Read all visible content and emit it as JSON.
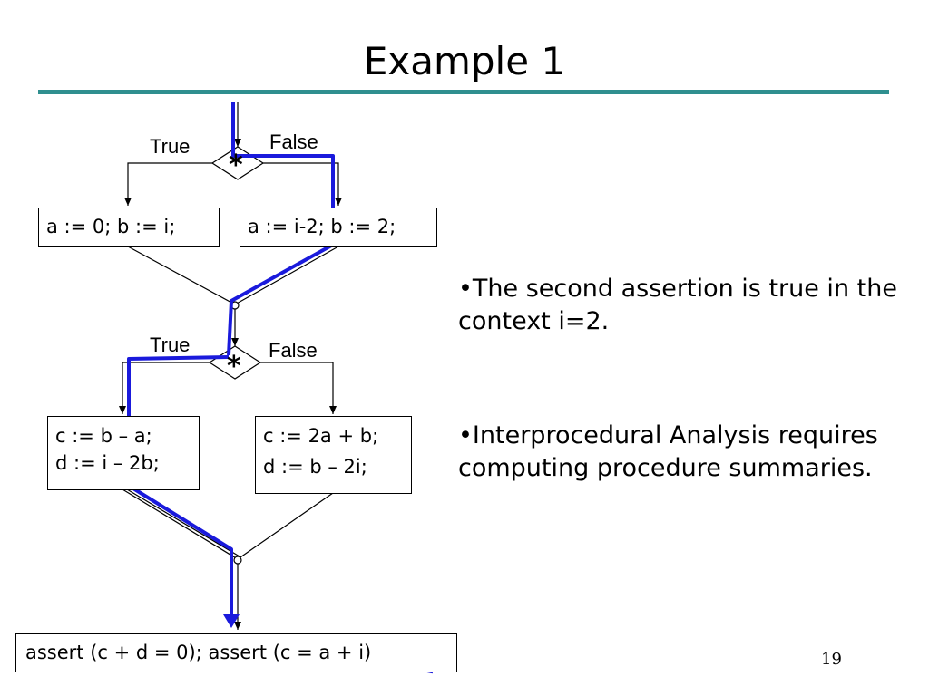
{
  "slide": {
    "title": "Example 1",
    "page_number": "19"
  },
  "diagram": {
    "branch1": {
      "true_label": "True",
      "false_label": "False",
      "condition": "*",
      "left_box": "a := 0; b := i;",
      "right_box": "a := i-2; b := 2;"
    },
    "branch2": {
      "true_label": "True",
      "false_label": "False",
      "condition": "*",
      "left_box_line1": "c := b – a;",
      "left_box_line2": "d := i – 2b;",
      "right_box_line1": "c := 2a + b;",
      "right_box_line2": "d := b – 2i;"
    },
    "assert_box": "assert (c + d = 0); assert (c = a + i)"
  },
  "bullets": [
    "•The second assertion is true in the context i=2.",
    "•Interprocedural Analysis requires computing procedure summaries."
  ],
  "colors": {
    "path_highlight": "#1a1adc",
    "rule": "#2f8f8f"
  }
}
